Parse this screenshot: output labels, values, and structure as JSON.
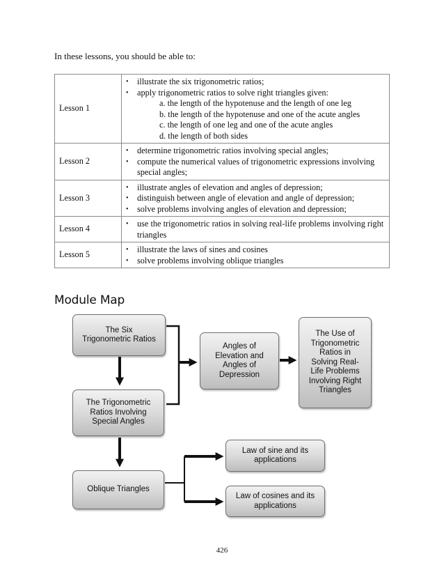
{
  "intro": "In these lessons, you should be able to:",
  "lessons": [
    {
      "name": "Lesson 1",
      "topics": [
        {
          "text": "illustrate the six trigonometric ratios;",
          "subs": []
        },
        {
          "text": "apply trigonometric ratios to solve right triangles given:",
          "subs": [
            "a. the length of the hypotenuse and the length of one leg",
            "b. the length of the hypotenuse and one of the acute angles",
            "c. the length of one leg and one of the acute angles",
            "d. the length of both sides"
          ]
        }
      ]
    },
    {
      "name": "Lesson 2",
      "topics": [
        {
          "text": "determine trigonometric ratios involving special angles;",
          "subs": []
        },
        {
          "text": "compute the numerical values of trigonometric expressions involving special angles;",
          "subs": []
        }
      ]
    },
    {
      "name": "Lesson 3",
      "topics": [
        {
          "text": "illustrate angles of elevation and angles of depression;",
          "subs": []
        },
        {
          "text": "distinguish between angle of elevation and angle of depression;",
          "subs": []
        },
        {
          "text": "solve problems involving angles of elevation and depression;",
          "subs": []
        }
      ]
    },
    {
      "name": "Lesson 4",
      "topics": [
        {
          "text": "use the trigonometric ratios in solving real-life problems involving right triangles",
          "subs": []
        }
      ]
    },
    {
      "name": "Lesson 5",
      "topics": [
        {
          "text": "illustrate the laws of sines and cosines",
          "subs": []
        },
        {
          "text": "solve problems involving oblique triangles",
          "subs": []
        }
      ]
    }
  ],
  "bullet": "•",
  "module_map": {
    "title": "Module Map",
    "nodes": {
      "six_ratios": "The Six\nTrigonometric Ratios",
      "special_angles": "The Trigonometric\nRatios Involving\nSpecial Angles",
      "elevation_depression": "Angles of\nElevation and\nAngles of\nDepression",
      "real_life": "The Use of\nTrigonometric\nRatios in\nSolving Real-\nLife Problems\nInvolving Right\nTriangles",
      "oblique": "Oblique Triangles",
      "law_sine": "Law of sine and its\napplications",
      "law_cosines": "Law of cosines and its\napplications"
    },
    "edge_color": "#111111"
  },
  "page_number": "426"
}
